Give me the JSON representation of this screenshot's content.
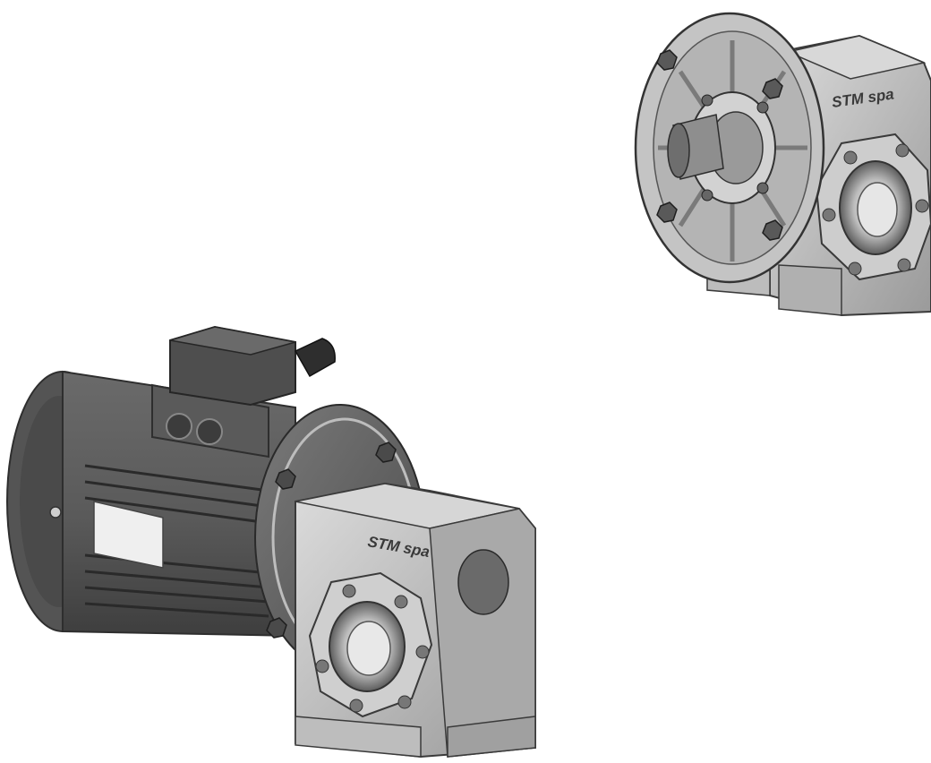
{
  "image": {
    "background": "#ffffff",
    "subject_left": "gear-motor",
    "subject_right": "worm-gearbox-with-flange"
  },
  "branding": {
    "gearbox_left_label": "STM spa",
    "gearbox_right_label": "STM spa"
  },
  "palette": {
    "motor_body": "#5f5f5f",
    "motor_dark": "#3c3c3c",
    "housing_light": "#c9c9c9",
    "housing_mid": "#a8a8a8",
    "housing_shadow": "#6e6e6e",
    "label_plate": "#efefef"
  }
}
